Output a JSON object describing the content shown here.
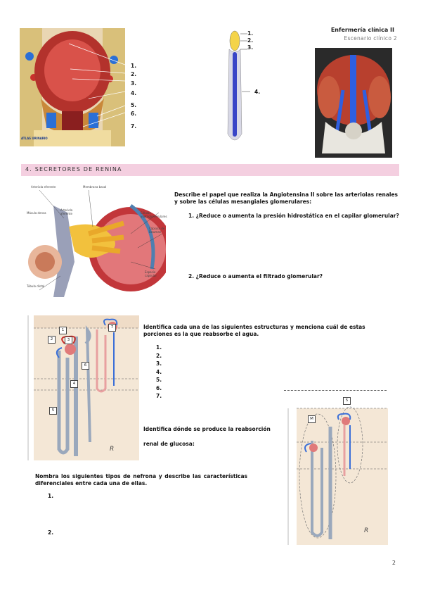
{
  "header": {
    "title": "Enfermería clínica II",
    "subtitle": "Escenario clínico 2"
  },
  "top_figures": {
    "bladder_numbers": [
      "1.",
      "2.",
      "3.",
      "4.",
      "5.",
      "6.",
      "7."
    ],
    "ureter_numbers": [
      "1.",
      "2.",
      "3.",
      "4."
    ],
    "bladder_caption": "ATLAS URINARIO"
  },
  "section": {
    "title": "4.  SECRETORES DE RENINA"
  },
  "renin_block": {
    "intro": "Describe el papel que realiza la Angiotensina II sobre las arteriolas renales y sobre las células mesangiales glomerulares:",
    "q1": "1.    ¿Reduce o aumenta la presión hidrostática en el capilar glomerular?",
    "q2": "2.    ¿Reduce o aumenta el filtrado glomerular?"
  },
  "glomerulus_labels": [
    "Arteriola eferente",
    "Membrana basal",
    "Mácula densa",
    "Arteriola aferente",
    "Células yuxtaglomerulares",
    "Cápsula de Bowman",
    "Túbulo distal",
    "Espacio capsular"
  ],
  "nephron_block": {
    "intro": "Identifica cada una de las siguientes estructuras y menciona cuál de estas porciones es la que reabsorbe el agua.",
    "numbers": [
      "1.",
      "2.",
      "3.",
      "4.",
      "5.",
      "6.",
      "7."
    ],
    "boxes": [
      "1",
      "2",
      "3",
      "4",
      "5",
      "6",
      "7"
    ]
  },
  "glucose_block": {
    "line1": "Identifica dónde se produce la reabsorción",
    "line2": "renal de glucosa:",
    "box_a": "5",
    "box_b": "M"
  },
  "nephron_types": {
    "intro": "Nombra los siguientes tipos de nefrona y describe las características diferenciales entre cada una de ellas.",
    "item1": "1.",
    "item2": "2."
  },
  "page_number": "2"
}
